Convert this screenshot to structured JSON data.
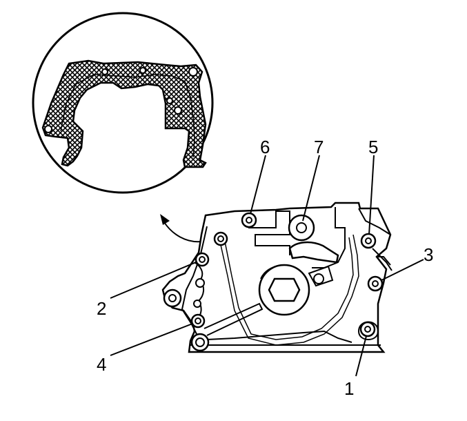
{
  "callouts": {
    "c1": "1",
    "c2": "2",
    "c3": "3",
    "c4": "4",
    "c5": "5",
    "c6": "6",
    "c7": "7"
  },
  "colors": {
    "ink": "#000000",
    "paper": "#ffffff"
  }
}
